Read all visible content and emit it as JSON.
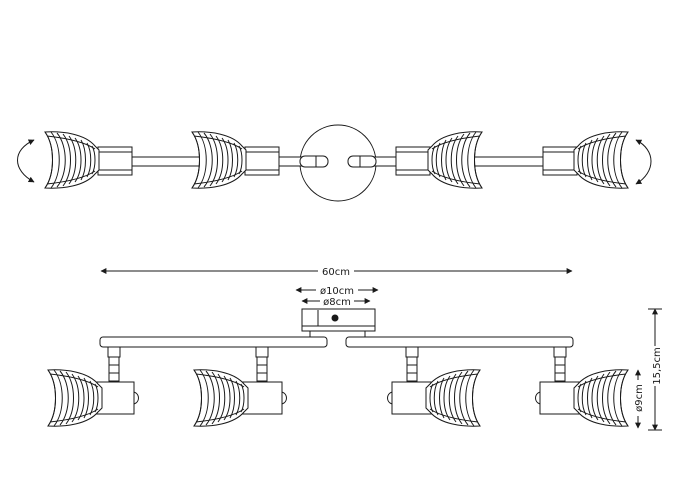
{
  "dimensions": {
    "width": "60cm",
    "base_outer_diameter": "ø10cm",
    "base_inner_diameter": "ø8cm",
    "height": "15,5cm",
    "shade_diameter": "ø9cm"
  },
  "views": [
    "top",
    "front"
  ],
  "spotlight_count": 4,
  "rotate_arrows": [
    "left",
    "right"
  ]
}
